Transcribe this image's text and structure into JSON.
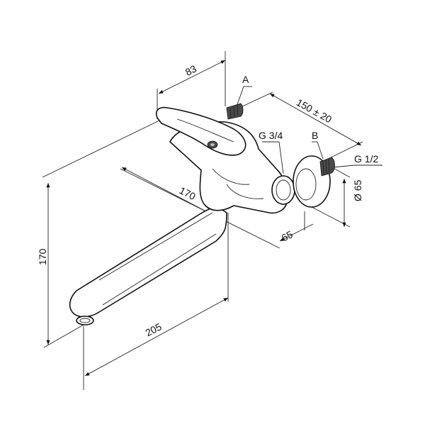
{
  "dimensions": {
    "handle_width": "83",
    "offset_range": "150 ± 20",
    "spout_reach": "170",
    "height": "170",
    "spout_length": "205",
    "wall_depth": "65",
    "flange_diameter": "Ø 65"
  },
  "callouts": {
    "a": "A",
    "b": "B",
    "g34": "G 3/4",
    "g12": "G 1/2"
  }
}
